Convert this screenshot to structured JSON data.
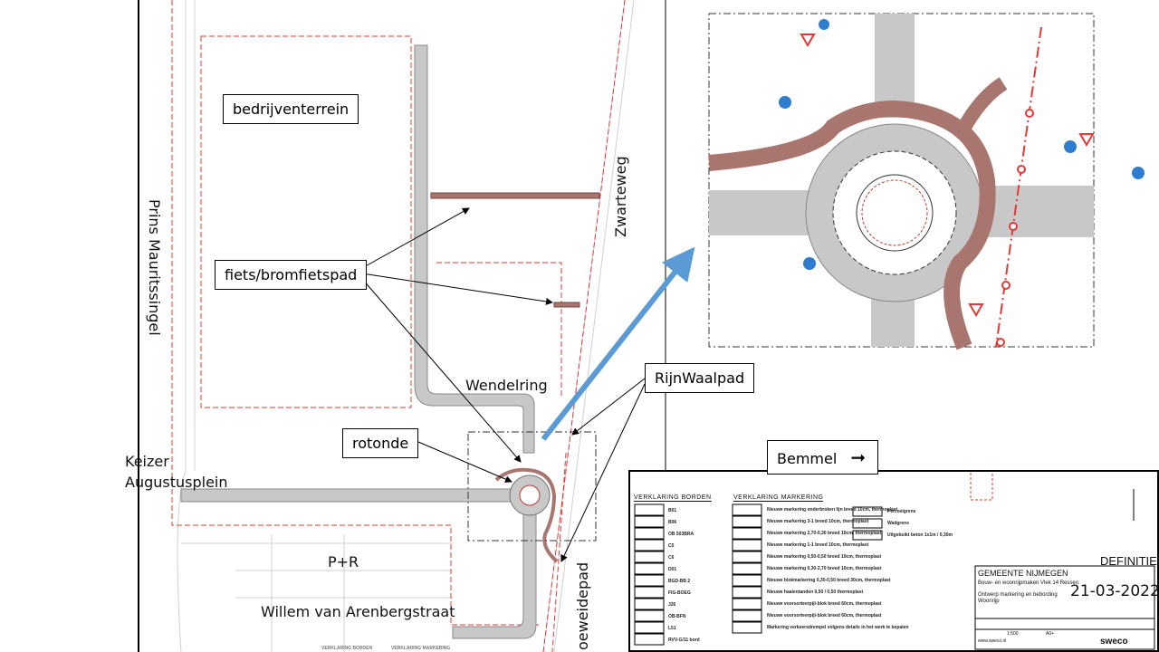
{
  "labels": {
    "bedrijventerrein": "bedrijventerrein",
    "fietspad": "fiets/bromfietspad",
    "rotonde": "rotonde",
    "rijnwaalpad": "RijnWaalpad",
    "bemmel": "Bemmel",
    "bemmel_arrow": "➞",
    "wendelring": "Wendelring",
    "zwarteweg": "Zwarteweg",
    "prins": "Prins Mauritssingel",
    "keizer_line1": "Keizer",
    "keizer_line2": "Augustusplein",
    "pr": "P+R",
    "willem": "Willem van Arenbergstraat",
    "oeweidepad": "oeweidepad",
    "bottom_borden": "VERKLARING BORDEN",
    "bottom_markering": "VERKLARING MARKERING"
  },
  "legend": {
    "borden_title": "VERKLARING BORDEN",
    "markering_title": "VERKLARING MARKERING",
    "borden": [
      "B01",
      "B06",
      "OB 503BRA",
      "C5",
      "C6",
      "D01",
      "BGD-BB 2",
      "FIG-BOEG",
      "J26",
      "OB-BFN",
      "L51",
      "RVV-G/11 bord"
    ],
    "markering": [
      "Nieuwe markering onderbroken lijn breed 10cm, thermoplast",
      "Nieuwe markering 3-1 breed 10cm, thermoplast",
      "Nieuwe markering 2,70-0,30 breed 10cm, thermoplast",
      "Nieuwe markering 1-1 breed 10cm, thermoplast",
      "Nieuwe markering 0,50-0,50 breed 10cm, thermoplast",
      "Nieuwe markering 0,30-2,70 breed 10cm, thermoplast",
      "Nieuwe blokmarkering 0,30-0,50 breed 30cm, thermoplast",
      "Nieuwe haaientanden 0,50 / 0,50 thermoplast",
      "Nieuwe voorsorteerpijl-blok breed 60cm, thermoplast",
      "Nieuwe voorsorteerpijl-blok breed 60cm, thermoplast",
      "Markering verkeersdrempel volgens details in het werk te bepalen"
    ],
    "lines": [
      "Perceelgrens",
      "Wadgrens",
      "Uitgebuikt beton 1x1m / 0,30m"
    ]
  },
  "title_block": {
    "status": "DEFINITIEF",
    "client": "GEMEENTE NIJMEGEN",
    "project": "Bouw- en woonrijpmaken Vlek 14 Ressen",
    "subject_line1": "Ontwerp markering en bebording",
    "subject_line2": "Woonrijp",
    "date": "21-03-2022",
    "scale": "1:500",
    "format": "A0+",
    "website": "www.sweco.nl",
    "brand": "sweco"
  },
  "colors": {
    "blue_arrow": "#5b9bd5",
    "cycle_path": "#a9756f",
    "boundary": "#e53935"
  }
}
